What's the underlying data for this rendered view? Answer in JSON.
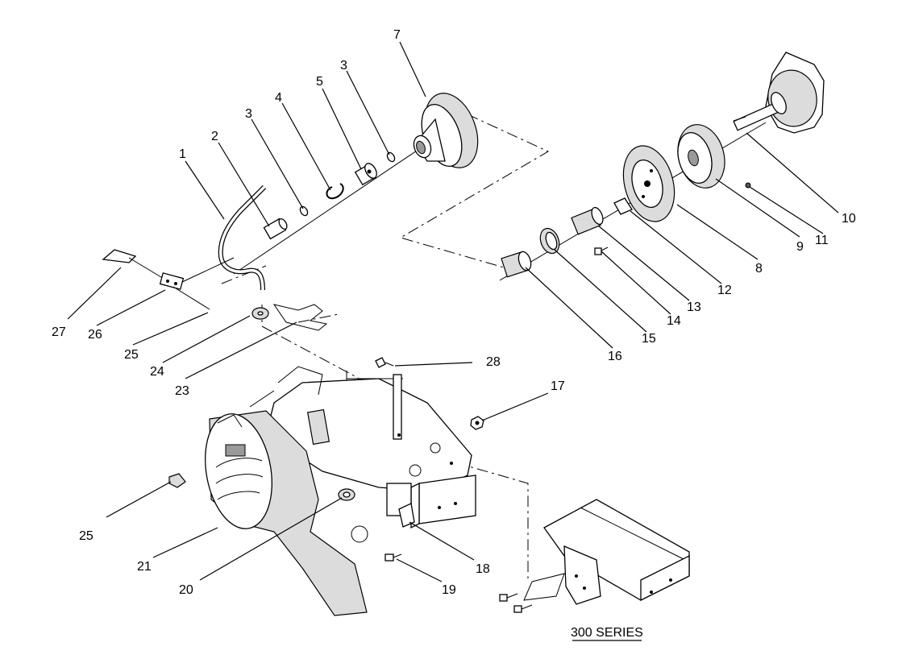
{
  "diagram": {
    "callouts": [
      "1",
      "2",
      "3",
      "4",
      "5",
      "3",
      "7",
      "8",
      "9",
      "10",
      "11",
      "12",
      "13",
      "14",
      "15",
      "16",
      "17",
      "18",
      "19",
      "20",
      "21",
      "23",
      "24",
      "25",
      "25",
      "26",
      "27",
      "28"
    ],
    "series_label": "300 SERIES"
  }
}
